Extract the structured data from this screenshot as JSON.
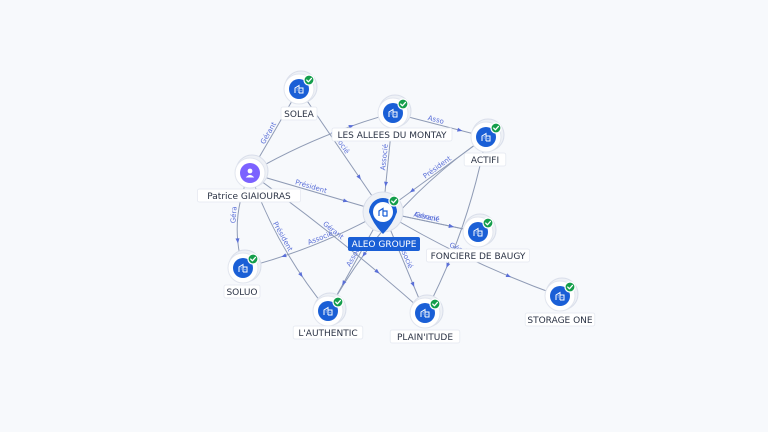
{
  "graph": {
    "center": {
      "id": "aleo",
      "label": "ALEO GROUPE"
    },
    "nodes": [
      {
        "id": "aleo",
        "label": "ALEO GROUPE",
        "kind": "company",
        "verified": true,
        "center": true,
        "icon": "building-icon"
      },
      {
        "id": "solea",
        "label": "SOLEA",
        "kind": "company",
        "verified": true,
        "icon": "building-icon"
      },
      {
        "id": "allees",
        "label": "LES ALLEES DU MONTAY",
        "kind": "company",
        "verified": true,
        "icon": "building-icon"
      },
      {
        "id": "actifi",
        "label": "ACTIFI",
        "kind": "company",
        "verified": true,
        "icon": "building-icon"
      },
      {
        "id": "patrice",
        "label": "Patrice GIAIOURAS",
        "kind": "person",
        "verified": false,
        "icon": "person-icon"
      },
      {
        "id": "fonciere",
        "label": "FONCIERE DE BAUGY",
        "kind": "company",
        "verified": true,
        "icon": "building-icon"
      },
      {
        "id": "soluo",
        "label": "SOLUO",
        "kind": "company",
        "verified": true,
        "icon": "building-icon"
      },
      {
        "id": "storage",
        "label": "STORAGE ONE",
        "kind": "company",
        "verified": true,
        "icon": "building-icon"
      },
      {
        "id": "authentic",
        "label": "L'AUTHENTIC",
        "kind": "company",
        "verified": true,
        "icon": "building-icon"
      },
      {
        "id": "plainitude",
        "label": "PLAIN'ITUDE",
        "kind": "company",
        "verified": true,
        "icon": "building-icon"
      }
    ],
    "edges": [
      {
        "from": "patrice",
        "to": "solea",
        "label": "Gérant"
      },
      {
        "from": "patrice",
        "to": "aleo",
        "label": "Président"
      },
      {
        "from": "patrice",
        "to": "soluo",
        "label": "Géra"
      },
      {
        "from": "patrice",
        "to": "authentic",
        "label": "Président"
      },
      {
        "from": "patrice",
        "to": "plainitude",
        "label": "Gérant"
      },
      {
        "from": "patrice",
        "to": "allees",
        "label": ""
      },
      {
        "from": "solea",
        "to": "aleo",
        "label": "Associé"
      },
      {
        "from": "allees",
        "to": "aleo",
        "label": "Associé"
      },
      {
        "from": "allees",
        "to": "actifi",
        "label": "Asso"
      },
      {
        "from": "actifi",
        "to": "aleo",
        "label": "Président"
      },
      {
        "from": "actifi",
        "to": "authentic",
        "label": ""
      },
      {
        "from": "actifi",
        "to": "plainitude",
        "label": ""
      },
      {
        "from": "aleo",
        "to": "fonciere",
        "label": "Gérant"
      },
      {
        "from": "aleo",
        "to": "storage",
        "label": "Général"
      },
      {
        "from": "aleo",
        "to": "authentic",
        "label": "Associé"
      },
      {
        "from": "aleo",
        "to": "plainitude",
        "label": "Associé"
      },
      {
        "from": "aleo",
        "to": "soluo",
        "label": "Associé"
      },
      {
        "from": "aleo",
        "to": "fonciere",
        "label": "Associé"
      }
    ]
  }
}
